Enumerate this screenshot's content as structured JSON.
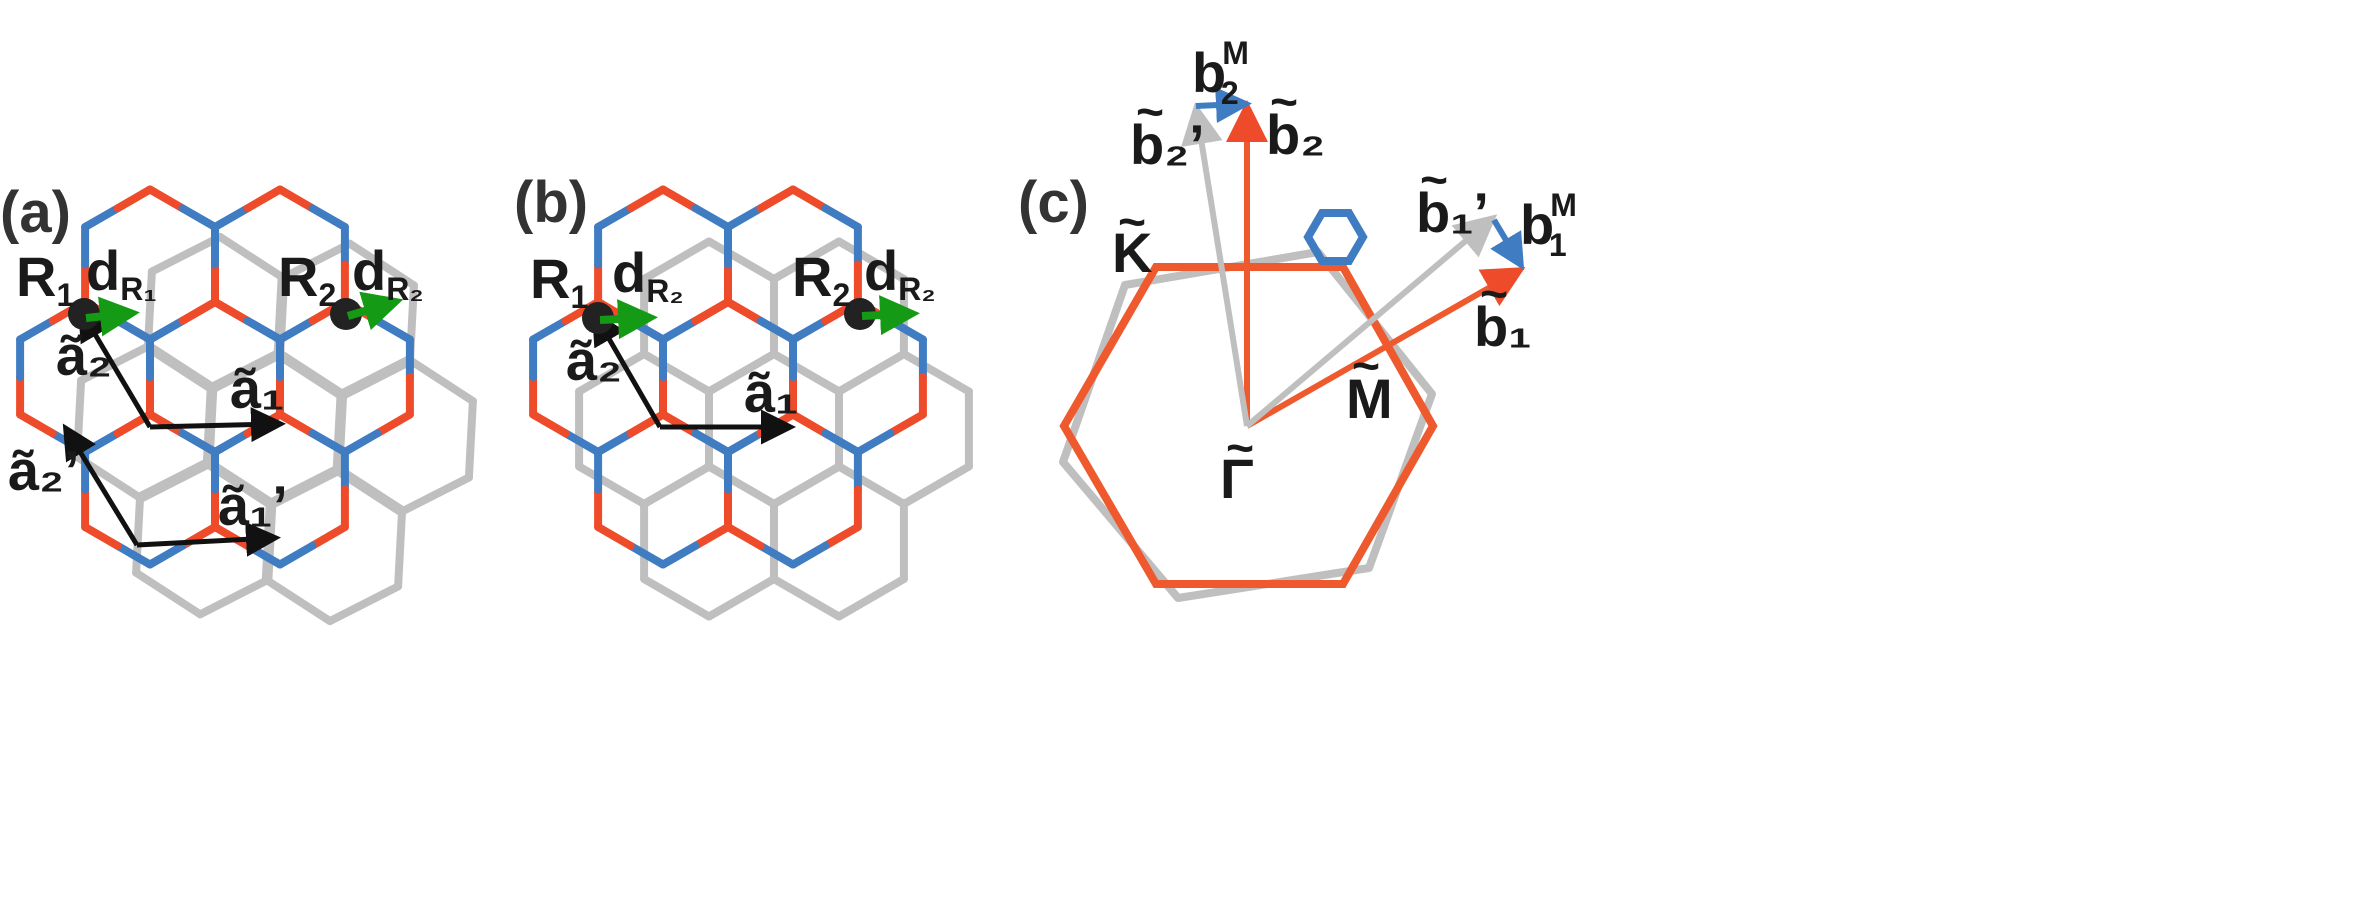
{
  "colors": {
    "red": "#EE4B2B",
    "blue": "#3F7CC2",
    "gray": "#BFBFBF",
    "black": "#111111",
    "green": "#159A15"
  },
  "panels": {
    "a": {
      "tag": "(a)",
      "r1": "R",
      "r1_sub": "1",
      "d1": "d",
      "d1_sub": "R₁",
      "r2": "R",
      "r2_sub": "2",
      "d2": "d",
      "d2_sub": "R₂",
      "a1": "ã₁",
      "a2": "ã₂",
      "a1p": "ã₁’",
      "a2p": "ã₂’"
    },
    "b": {
      "tag": "(b)",
      "r1": "R",
      "r1_sub": "1",
      "d1": "d",
      "d1_sub": "R₂",
      "r2": "R",
      "r2_sub": "2",
      "d2": "d",
      "d2_sub": "R₂",
      "a1": "ã₁",
      "a2": "ã₂"
    },
    "c": {
      "tag": "(c)",
      "b1": "b₁",
      "b1p": "b₁’",
      "b2": "b₂",
      "b2p": "b₂’",
      "b1m": "b",
      "b1m_sub": "1",
      "b1m_sup": "M",
      "b2m": "b",
      "b2m_sub": "2",
      "b2m_sup": "M",
      "K": "K",
      "M": "M",
      "Gamma": "Γ",
      "tilde": "~"
    }
  }
}
